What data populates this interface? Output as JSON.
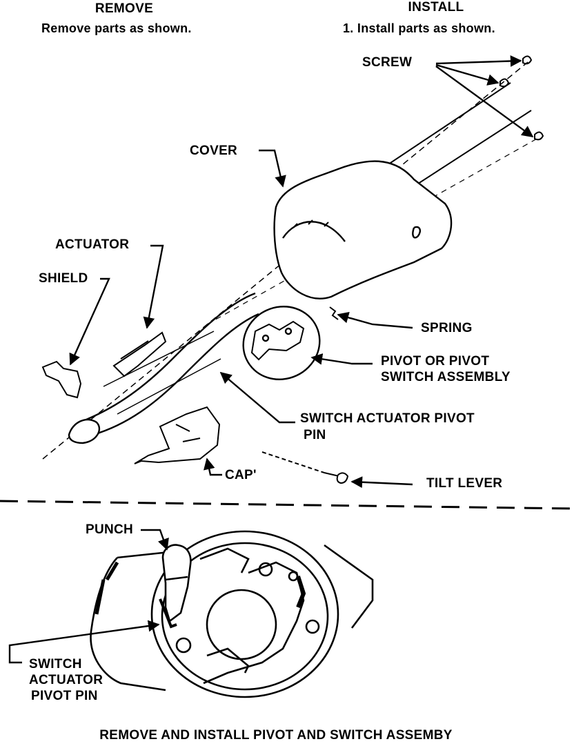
{
  "header": {
    "remove_title": "REMOVE",
    "remove_text": "Remove parts as shown.",
    "install_title": "INSTALL",
    "install_text": "1. Install parts as shown."
  },
  "labels": {
    "screw": "SCREW",
    "cover": "COVER",
    "actuator": "ACTUATOR",
    "shield": "SHIELD",
    "spring": "SPRING",
    "pivot_line1": "PIVOT OR PIVOT",
    "pivot_line2": "SWITCH ASSEMBLY",
    "switch_pin_line1": "SWITCH ACTUATOR PIVOT",
    "switch_pin_line2": "PIN",
    "cap": "CAP'",
    "tilt_lever": "TILT LEVER",
    "punch": "PUNCH",
    "lower_pin_line1": "SWITCH",
    "lower_pin_line2": "ACTUATOR",
    "lower_pin_line3": "PIVOT PIN"
  },
  "caption": "REMOVE AND INSTALL PIVOT AND SWITCH ASSEMBY"
}
